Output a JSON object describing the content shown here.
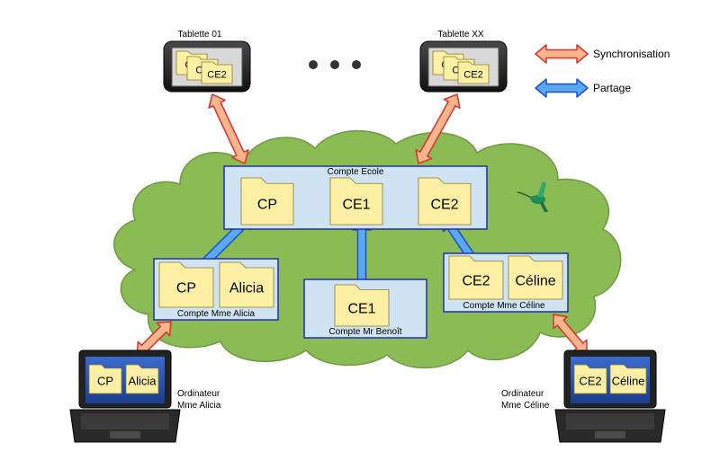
{
  "legend": {
    "sync_label": "Synchronisation",
    "share_label": "Partage",
    "sync_fill": "#f7b58e",
    "sync_stroke": "#d9322a",
    "share_fill": "#5aa8f0",
    "share_stroke": "#1a4fd0"
  },
  "tablets": [
    {
      "title": "Tablette 01",
      "folders": [
        "CE",
        "CE",
        "CE2"
      ]
    },
    {
      "title": "Tablette XX",
      "folders": [
        "CE",
        "CE",
        "CE2"
      ]
    }
  ],
  "accounts": {
    "school": {
      "title": "Compte Ecole",
      "folders": [
        "CP",
        "CE1",
        "CE2"
      ]
    },
    "alicia": {
      "title": "Compte  Mme Alicia",
      "folders": [
        "CP",
        "Alicia"
      ]
    },
    "benoit": {
      "title": "Compte Mr Benoît",
      "folders": [
        "CE1"
      ]
    },
    "celine": {
      "title": "Compte  Mme Céline",
      "folders": [
        "CE2",
        "Céline"
      ]
    }
  },
  "computers": {
    "alicia": {
      "label_line1": "Ordinateur",
      "label_line2": "Mme Alicia",
      "folders": [
        "CP",
        "Alicia"
      ]
    },
    "celine": {
      "label_line1": "Ordinateur",
      "label_line2": "Mme Céline",
      "folders": [
        "CE2",
        "Céline"
      ]
    }
  },
  "colors": {
    "cloud": "#8bbb54",
    "cloud_stroke": "#6f9a42",
    "folder_fill": "#fdf0a4",
    "folder_stroke": "#8a7a2a",
    "account_fill": "#cfe3f2",
    "account_stroke": "#1e2fb0"
  },
  "icons": [
    "hummingbird-icon",
    "ellipsis-dots-icon",
    "tablet-icon",
    "laptop-icon",
    "folder-icon"
  ]
}
